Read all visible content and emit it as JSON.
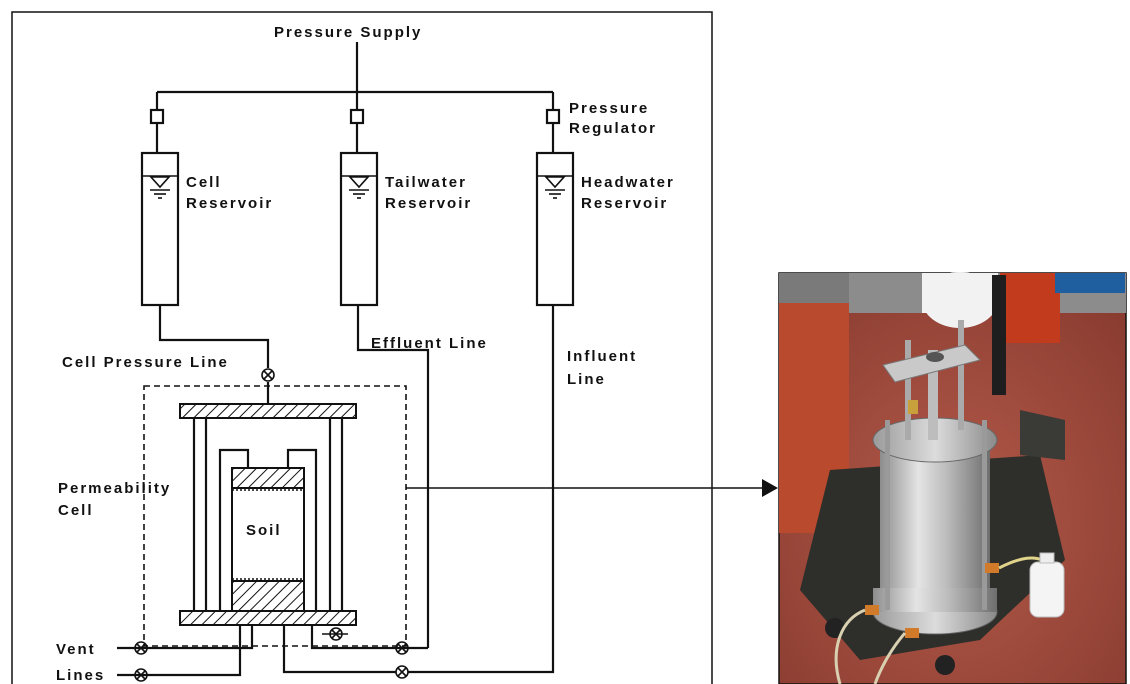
{
  "labels": {
    "pressure_supply": "Pressure Supply",
    "pressure_regulator_1": "Pressure",
    "pressure_regulator_2": "Regulator",
    "cell_reservoir_1": "Cell",
    "cell_reservoir_2": "Reservoir",
    "tailwater_reservoir_1": "Tailwater",
    "tailwater_reservoir_2": "Reservoir",
    "headwater_reservoir_1": "Headwater",
    "headwater_reservoir_2": "Reservoir",
    "effluent_line": "Effluent Line",
    "influent_line_1": "Influent",
    "influent_line_2": "Line",
    "cell_pressure_line": "Cell Pressure Line",
    "permeability_cell_1": "Permeability",
    "permeability_cell_2": "Cell",
    "soil": "Soil",
    "vent": "Vent",
    "lines": "Lines"
  },
  "photo": {
    "subject": "permeability cell apparatus on cart"
  }
}
